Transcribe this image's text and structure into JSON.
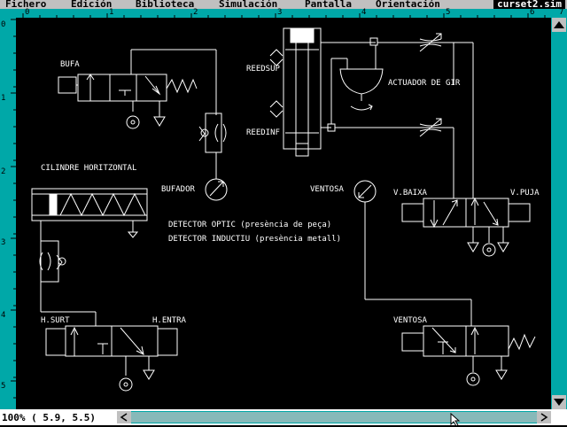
{
  "menu": {
    "items": [
      "Fichero",
      "Edición",
      "Biblioteca",
      "Simulación",
      "Pantalla",
      "Orientación"
    ],
    "file_title": "curset2.sim"
  },
  "rulers": {
    "horizontal": [
      "0",
      "1",
      "2",
      "3",
      "4",
      "5",
      "6",
      "7"
    ],
    "vertical": [
      "0",
      "1",
      "2",
      "3",
      "4",
      "5"
    ]
  },
  "status": {
    "zoom": "100%",
    "coords": "( 5.9, 5.5)"
  },
  "diagram": {
    "labels": {
      "bufa": "BUFA",
      "cilindre": "CILINDRE HORITZONTAL",
      "bufador": "BUFADOR",
      "detector_optic": "DETECTOR OPTIC (presència de peça)",
      "detector_inductiu": "DETECTOR INDUCTIU (presència metall)",
      "h_surt": "H.SURT",
      "h_entra": "H.ENTRA",
      "reedsup": "REEDSUP",
      "reedinf": "REEDINF",
      "actuador": "ACTUADOR DE GIR",
      "ventosa_gauge": "VENTOSA",
      "v_baixa": "V.BAIXA",
      "v_puja": "V.PUJA",
      "ventosa_valve": "VENTOSA"
    }
  },
  "colors": {
    "canvas": "#000000",
    "ruler": "#00a8a8",
    "menubar": "#c0c0c0",
    "lines": "#ffffff"
  }
}
